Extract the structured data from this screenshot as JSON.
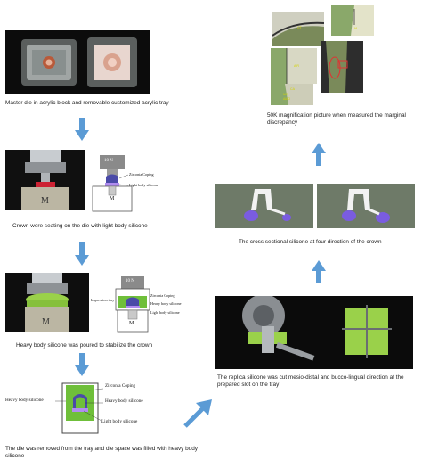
{
  "captions": {
    "step1": "Master die in acrylic block and removable customized acrylic tray",
    "step2": "Crown were seating on the die with light body silicone",
    "step3": "Heavy body silicone was poured to stabilize the crown",
    "step4": "The die was removed from the tray and die space was filled with heavy body silicone",
    "step5": "The replica silicone was cut mesio-distal and bucco-lingual direction at the prepared slot on the tray",
    "step6": "The cross sectional silicone at four direction of the crown",
    "step7": "50K magnification picture when measured the marginal discrepancy"
  },
  "step2_diagram": {
    "load": "10 N",
    "coping": "Zirconia Coping",
    "light": "Light body silicone",
    "die_letter": "M"
  },
  "step3_diagram": {
    "load": "10 N",
    "tray": "Impression tray",
    "coping": "Zirconia Coping",
    "heavy": "Heavy body silicone",
    "light": "Light body silicone",
    "die_letter": "M"
  },
  "step4_diagram": {
    "coping": "Zirconia Coping",
    "heavy_left": "Heavy body silicone",
    "heavy_right": "Heavy body silicone",
    "light": "Light body silicone"
  },
  "sem_labels": {
    "ct": "CT",
    "ia": "IA",
    "air": "AIR",
    "ca": "CA",
    "mg": "MG",
    "amo": "AMO"
  },
  "colors": {
    "arrow": "#5b9bd5",
    "silicone_green": "#9ad14a",
    "light_body": "#b08cf0",
    "heavy_body": "#6fbf3a",
    "coping": "#4a4aa8"
  }
}
